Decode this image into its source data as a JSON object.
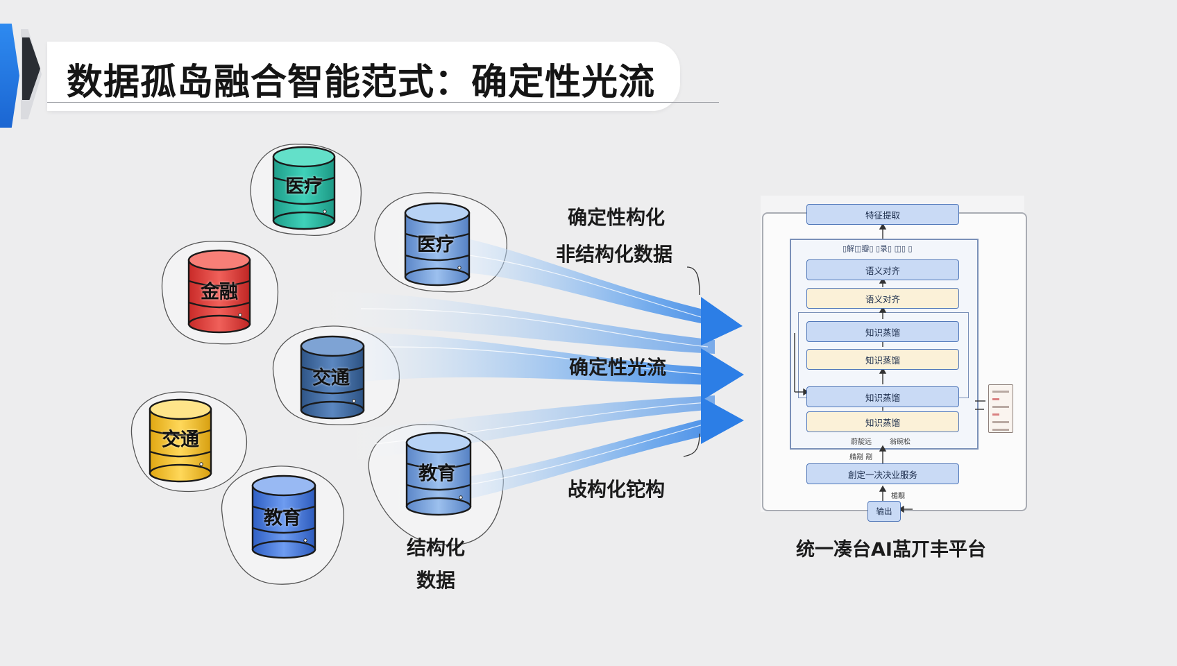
{
  "title": "数据孤岛融合智能范式：确定性光流",
  "sources": {
    "yiliao_green": "医疗",
    "yiliao_blue": "医疗",
    "jinrong": "金融",
    "jiaotong_dark": "交通",
    "jiaotong_yellow": "交通",
    "jiaoyu_blue": "教育",
    "jiaoyu_top": "教育"
  },
  "flow_labels": {
    "top_line1": "确定性构化",
    "top_line2": "非结构化数据",
    "middle": "确定性光流",
    "bottom": "敁构化铊构",
    "structured_line1": "结构化",
    "structured_line2": "数据"
  },
  "platform": {
    "caption": "统一凑台AI䓵丌丰平台",
    "top_block": "特征提取",
    "header_row": "▯解◫瓣▯ ▯录▯ ◫▯ ▯",
    "blocks": [
      "语义对齐",
      "语义对齐",
      "知识蒸馏",
      "知识蒸馏",
      "知识蒸馏",
      "知识蒸馏"
    ],
    "small_left": "蔚靛远",
    "small_right": "翁碗松",
    "small_left2": "䑶剐 剐",
    "service_block": "創定一决决业服务",
    "small_side": "楯觏",
    "output_block": "输出"
  },
  "colors": {
    "accent": "#2e7fe8",
    "teal": "#2fbfa8",
    "red": "#e0403c",
    "blue": "#6f9bdc",
    "navy": "#3f6aa6",
    "yellow": "#f2c12e",
    "royal": "#4477d8"
  }
}
